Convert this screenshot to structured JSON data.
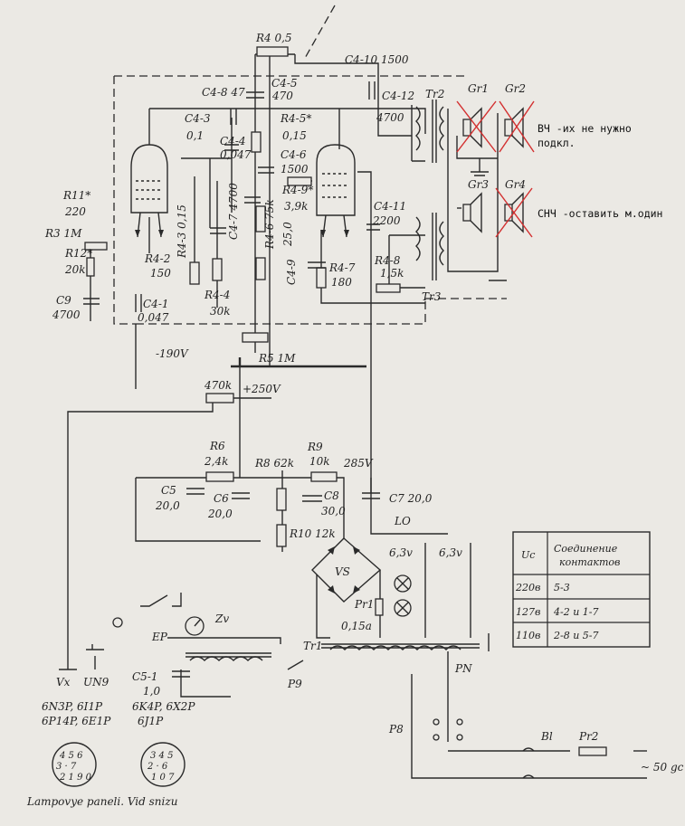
{
  "components": {
    "r11": "R11*",
    "r11_val": "220",
    "r3": "R3 1M",
    "r12": "R12*",
    "r12_val": "20k",
    "c9": "C9",
    "c9_val": "4700",
    "c48": "C4-8 47",
    "c43": "C4-3",
    "c43_val": "0,1",
    "c44": "C4-4",
    "c44_val": "0,047",
    "c41": "C4-1",
    "c41_val": "0,047",
    "r42": "R4-2",
    "r42_val": "150",
    "r43": "R4-3 0,15",
    "c47": "C4-7 4700",
    "r44": "R4-4",
    "r44_val": "30k",
    "r4": "R4 0,5",
    "c45": "C4-5",
    "c45_val": "470",
    "r45": "R4-5*",
    "r45_val": "0,15",
    "c46": "C4-6",
    "c46_val": "1500",
    "r46": "R4-6 75k",
    "r49": "R4-9*",
    "r49_val": "3,9k",
    "c49": "C4-9",
    "c49_val": "25,0",
    "r47": "R4-7",
    "r47_val": "180",
    "c410": "C4-10 1500",
    "c412": "C4-12",
    "c412_val": "4700",
    "c411": "C4-11",
    "c411_val": "2200",
    "r48": "R4-8",
    "r48_val": "1,5k",
    "tr2": "Tr2",
    "tr3": "Tr3",
    "gr1": "Gr1",
    "gr2": "Gr2",
    "gr3": "Gr3",
    "gr4": "Gr4",
    "r5": "R5 1M",
    "v190": "-190V",
    "r470": "470k",
    "v250": "+250V",
    "r6": "R6",
    "r6_val": "2,4k",
    "r8": "R8 62k",
    "r9": "R9",
    "r9_val": "10k",
    "v285": "285V",
    "c5": "C5",
    "c5_val": "20,0",
    "c6": "C6",
    "c6_val": "20,0",
    "c8": "C8",
    "c8_val": "30,0",
    "c7": "C7 20,0",
    "r10": "R10 12k",
    "lo": "LO",
    "vs": "VS",
    "ep": "EP",
    "zv": "Zv",
    "c51": "C5-1",
    "c51_val": "1,0",
    "tr1": "Tr1",
    "p9": "P9",
    "p8": "P8",
    "pn": "PN",
    "pr1": "Pr1",
    "pr1_val": "0,15a",
    "pr2": "Pr2",
    "bl": "Bl",
    "mains": "~ 50 gc",
    "vx": "Vx",
    "un9": "UN9",
    "lamp_left": "6N3P, 6I1P",
    "lamp_left2": "6P14P, 6E1P",
    "lamp_right": "6K4P, 6X2P",
    "lamp_right2": "6J1P",
    "panels": "Lampovye paneli. Vid snizu",
    "v63a": "6,3v",
    "v63b": "6,3v"
  },
  "notes": {
    "hf": "ВЧ -их не нужно",
    "hf2": "подкл.",
    "lf": "СНЧ -оставить м.один"
  },
  "table": {
    "h1": "Uc",
    "h2": "Соединение",
    "h3": "контактов",
    "rows": [
      {
        "u": "220в",
        "c": "5-3"
      },
      {
        "u": "127в",
        "c": "4-2 и 1-7"
      },
      {
        "u": "110в",
        "c": "2-8 и 5-7"
      }
    ]
  },
  "colors": {
    "ink": "#2a2a2a",
    "paper": "#ebe9e4",
    "cross": "#d32f2f"
  }
}
